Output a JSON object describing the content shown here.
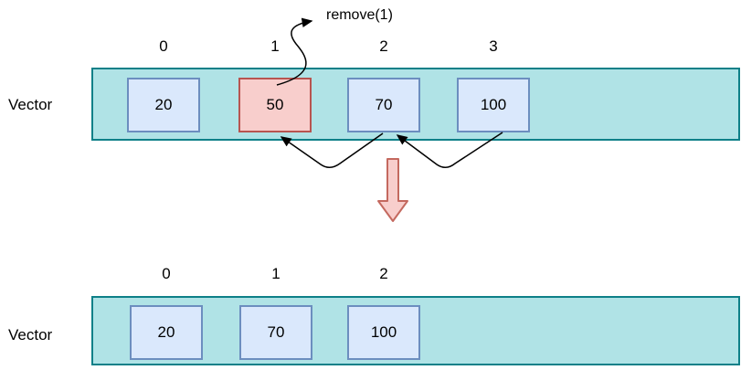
{
  "diagram": {
    "operation_label": "remove(1)",
    "top_vector": {
      "label": "Vector",
      "indices": [
        "0",
        "1",
        "2",
        "3"
      ],
      "cells": [
        {
          "value": "20",
          "state": "normal"
        },
        {
          "value": "50",
          "state": "removed"
        },
        {
          "value": "70",
          "state": "normal"
        },
        {
          "value": "100",
          "state": "normal"
        }
      ]
    },
    "bottom_vector": {
      "label": "Vector",
      "indices": [
        "0",
        "1",
        "2"
      ],
      "cells": [
        {
          "value": "20",
          "state": "normal"
        },
        {
          "value": "70",
          "state": "normal"
        },
        {
          "value": "100",
          "state": "normal"
        }
      ]
    },
    "icons": {
      "remove_arrow": "curved-arrow-to-remove-label-icon",
      "shift_left_arrows": "shift-elements-left-arrow-icons",
      "transition_arrow": "big-down-arrow-icon"
    },
    "colors": {
      "band_fill": "#b0e3e6",
      "band_stroke": "#0e8088",
      "cell_fill": "#dae8fc",
      "cell_stroke": "#6c8ebf",
      "removed_cell_fill": "#f8cecc",
      "removed_cell_stroke": "#b85450",
      "big_arrow_fill": "#f8cecc",
      "big_arrow_stroke": "#c4695f",
      "line_color": "#000000",
      "text_color": "#000000",
      "background": "#ffffff"
    }
  }
}
